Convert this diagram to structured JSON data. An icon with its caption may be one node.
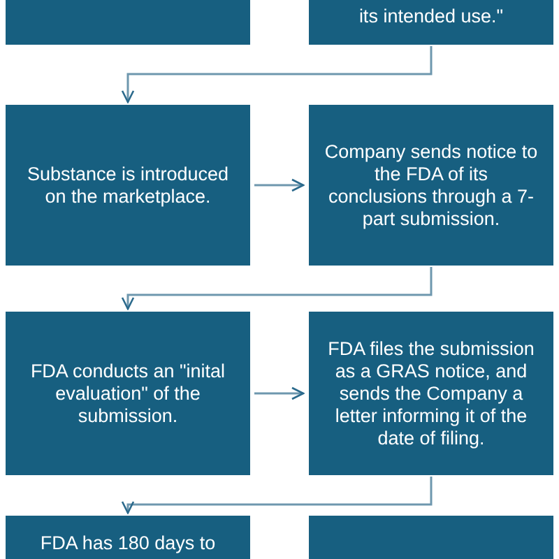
{
  "diagram": {
    "nodes": [
      {
        "text": [],
        "shape": "box"
      },
      {
        "text": [
          "its intended use.\""
        ]
      },
      {
        "text": [
          "Substance is introduced on the marketplace."
        ]
      },
      {
        "text": [
          "Company sends notice to the FDA of its conclusions through a 7-part submission."
        ]
      },
      {
        "text": [
          "FDA conducts an \"inital evaluation\" of the submission."
        ]
      },
      {
        "text": [
          "FDA files the submission as a GRAS notice, and sends the Company a letter informing it of the date of filing."
        ]
      },
      {
        "text": [
          "FDA has 180 days to"
        ]
      },
      {
        "text": [],
        "shape": "box"
      }
    ],
    "edges": [
      {
        "from": 1,
        "to": 2,
        "arrow": "to"
      },
      {
        "from": 2,
        "to": 3,
        "arrow": "to"
      },
      {
        "from": 3,
        "to": 4,
        "arrow": "to"
      },
      {
        "from": 4,
        "to": 5,
        "arrow": "to"
      },
      {
        "from": 5,
        "to": 6,
        "arrow": "to"
      }
    ]
  }
}
